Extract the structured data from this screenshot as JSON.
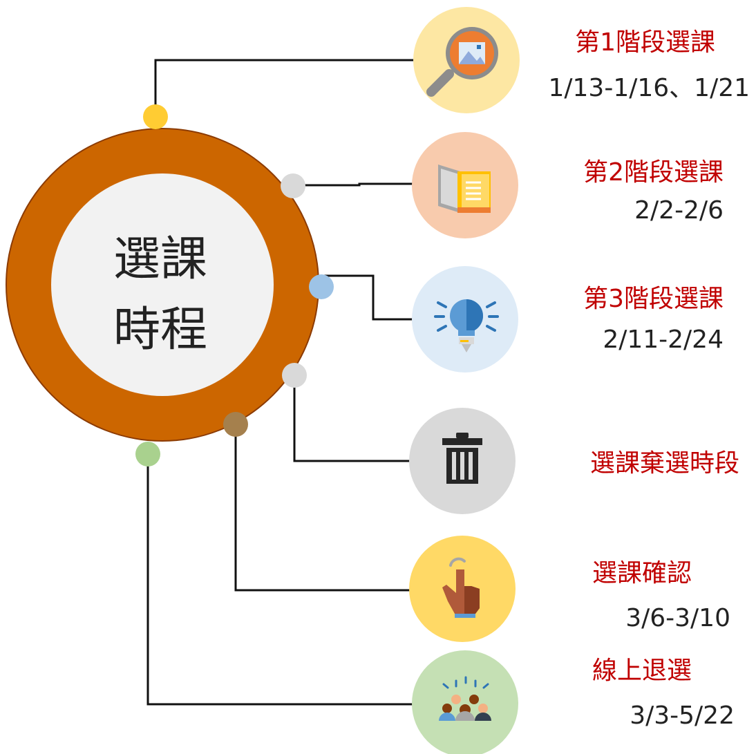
{
  "center": {
    "line1": "選課",
    "line2": "時程",
    "ring_color": "#CC6600",
    "inner_color": "#F2F2F2"
  },
  "steps": [
    {
      "title": "第1階段選課",
      "date": "1/13-1/16、1/21",
      "icon": "magnifier-image-icon",
      "bg": "#FDE7A3",
      "dot": "#FFCC33"
    },
    {
      "title": "第2階段選課",
      "date": "2/2-2/6",
      "icon": "book-icon",
      "bg": "#F8CBAD",
      "dot": "#D9D9D9"
    },
    {
      "title": "第3階段選課",
      "date": "2/11-2/24",
      "icon": "lightbulb-icon",
      "bg": "#DEEBF7",
      "dot": "#9DC3E6"
    },
    {
      "title": "選課棄選時段",
      "date": "",
      "icon": "trash-can-icon",
      "bg": "#D9D9D9",
      "dot": "#D9D9D9"
    },
    {
      "title": "選課確認",
      "date": "3/6-3/10",
      "icon": "pointing-hand-icon",
      "bg": "#FFD966",
      "dot": "#A5804D"
    },
    {
      "title": "線上退選",
      "date": "3/3-5/22",
      "icon": "people-group-icon",
      "bg": "#C5E0B4",
      "dot": "#A9D18E"
    }
  ]
}
